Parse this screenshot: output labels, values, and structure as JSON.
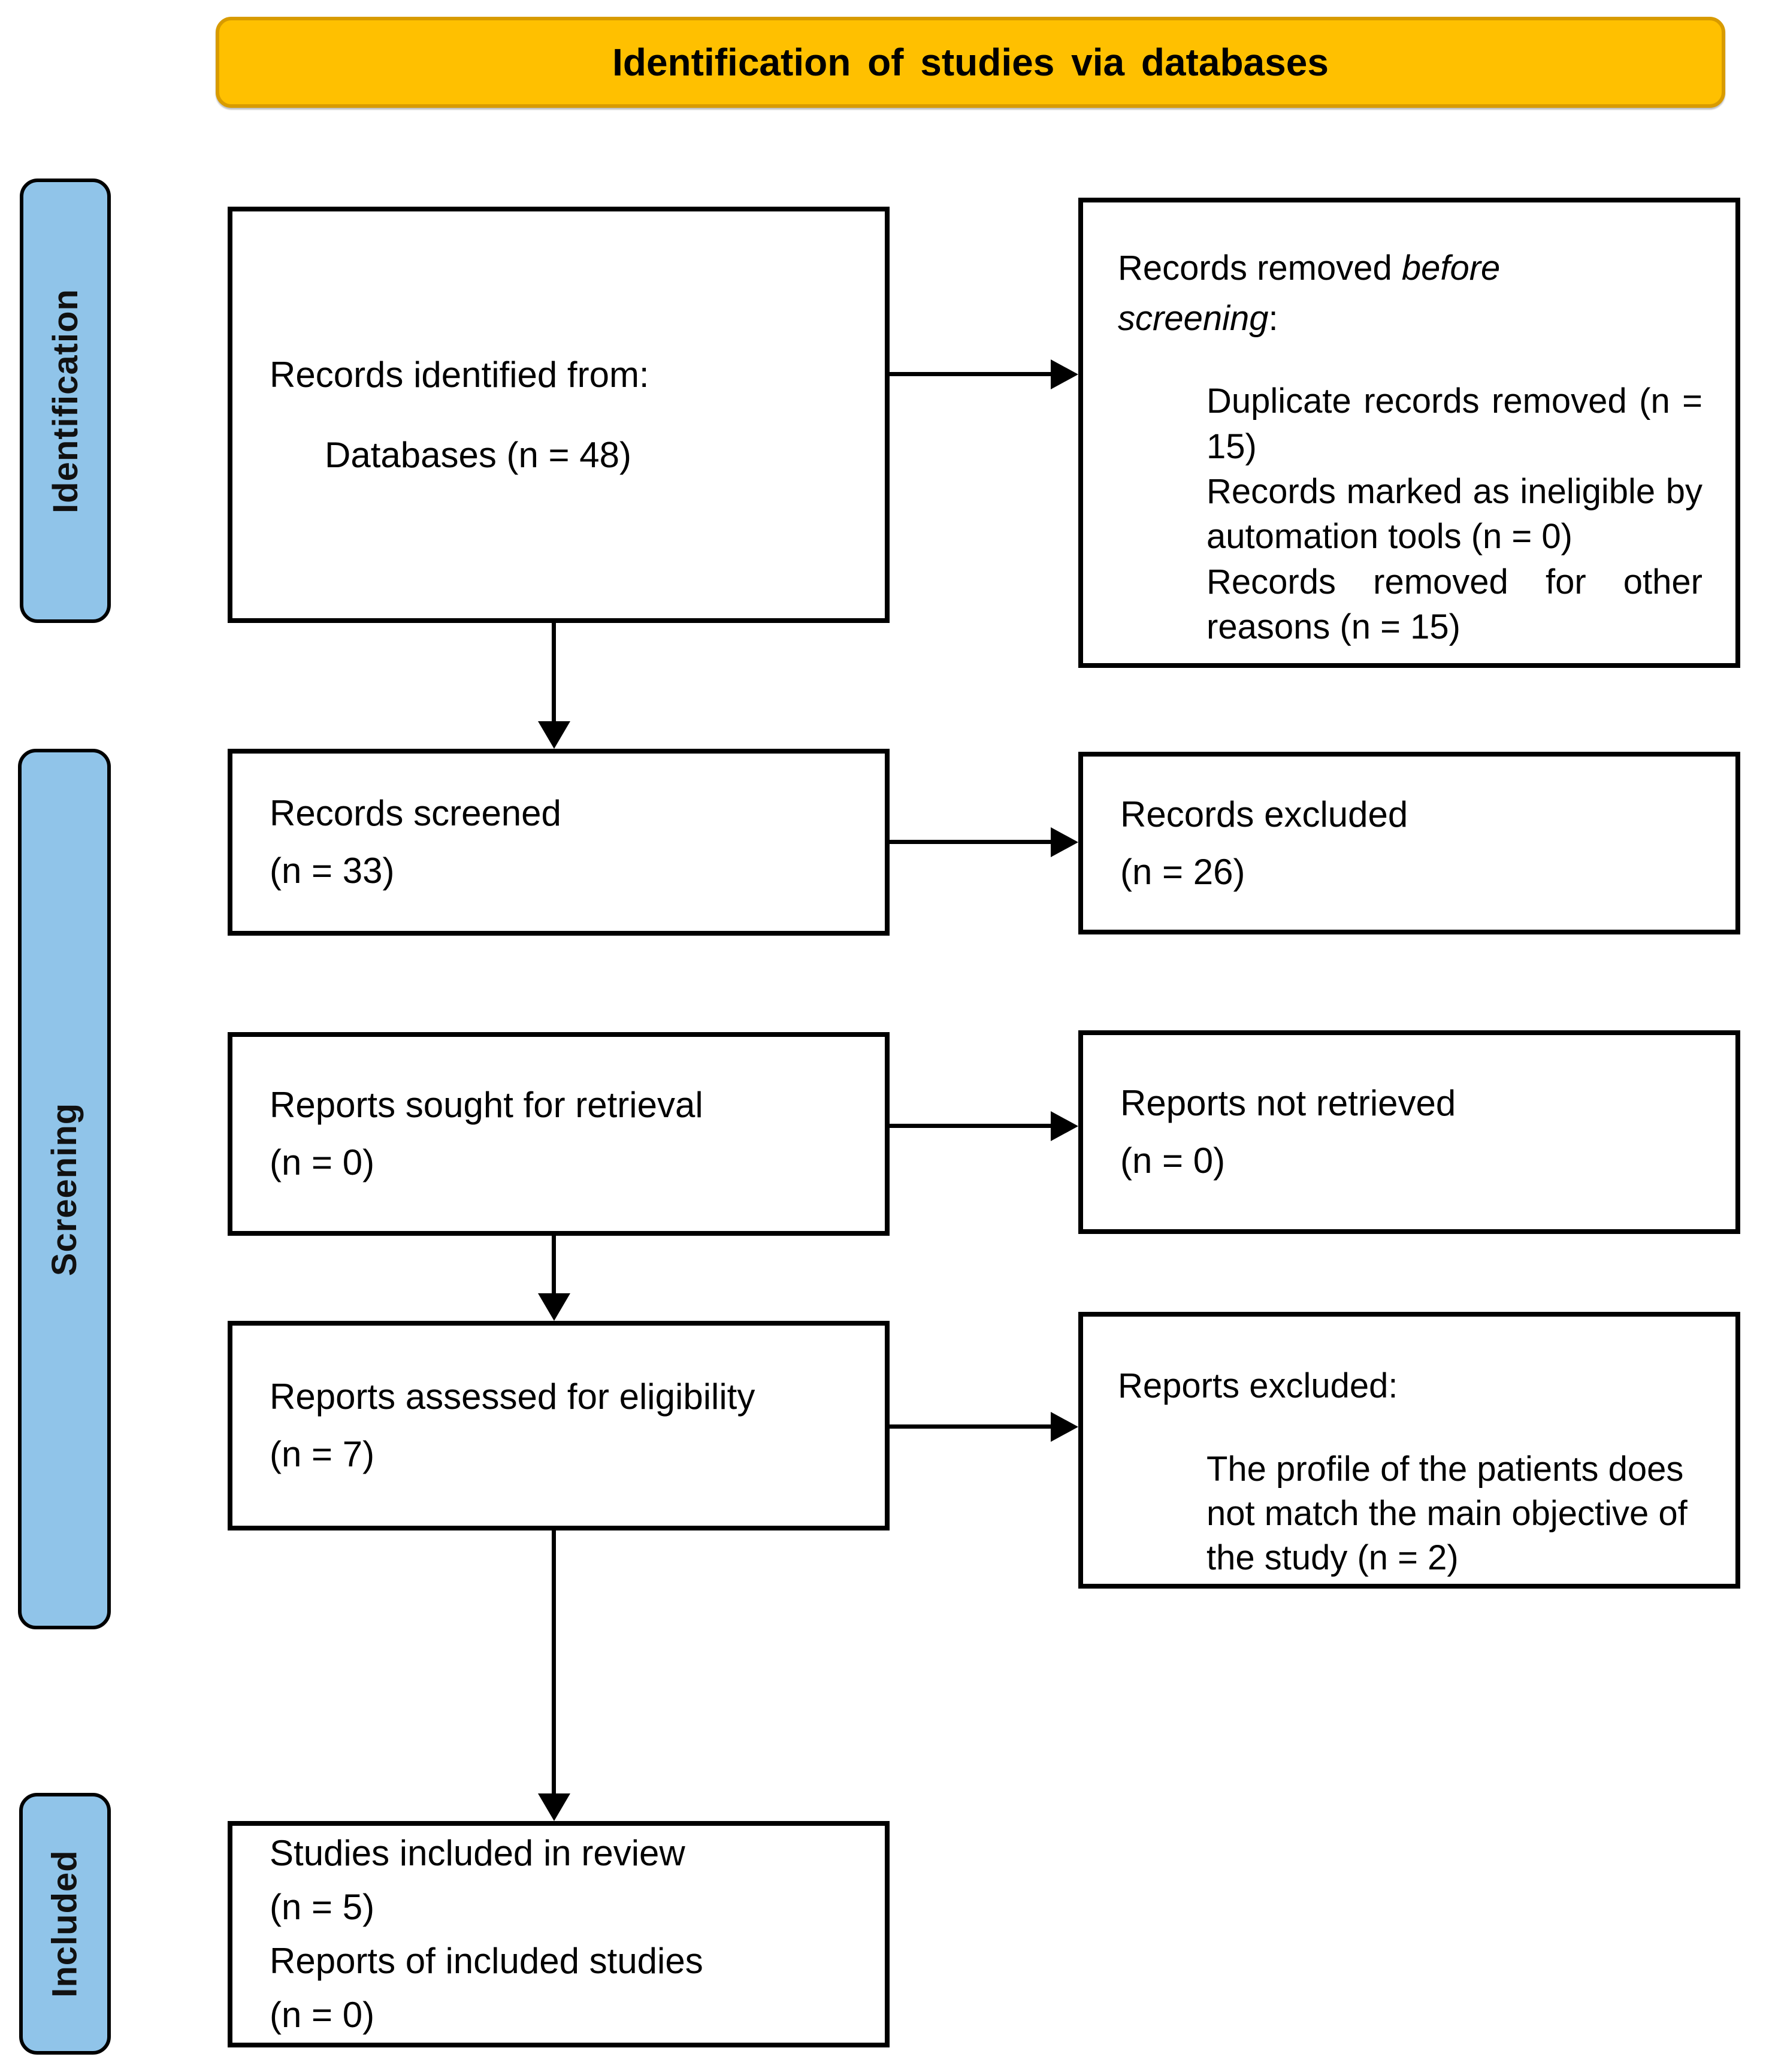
{
  "banner": {
    "title": "Identification of studies via databases",
    "fill_color": "#FFC000",
    "border_color": "#D89B00"
  },
  "stages": {
    "identification": "Identification",
    "screening": "Screening",
    "included": "Included",
    "fill_color": "#90C4E9"
  },
  "boxes": {
    "identified": {
      "line1": "Records identified from:",
      "line2": "Databases (n = 48)"
    },
    "removed_before_screening": {
      "heading_prefix": "Records removed ",
      "heading_italic": "before screening",
      "heading_suffix": ":",
      "items": [
        "Duplicate records removed (n = 15)",
        "Records marked as ineligible by automation tools (n = 0)",
        "Records removed for other reasons (n = 15)"
      ]
    },
    "screened": {
      "line1": "Records screened",
      "line2": "(n = 33)"
    },
    "records_excluded": {
      "line1": "Records excluded",
      "line2": "(n = 26)"
    },
    "sought": {
      "line1": "Reports sought for retrieval",
      "line2": "(n = 0)"
    },
    "not_retrieved": {
      "line1": "Reports not retrieved",
      "line2": "(n = 0)"
    },
    "assessed": {
      "line1": "Reports assessed for eligibility",
      "line2": "(n = 7)"
    },
    "reports_excluded": {
      "heading": "Reports excluded:",
      "reason": "The profile of the patients does not match the main objective of the study (n = 2)"
    },
    "included": {
      "line1": "Studies included in review",
      "line2": "(n = 5)",
      "line3": "Reports of included studies",
      "line4": "(n = 0)"
    }
  }
}
